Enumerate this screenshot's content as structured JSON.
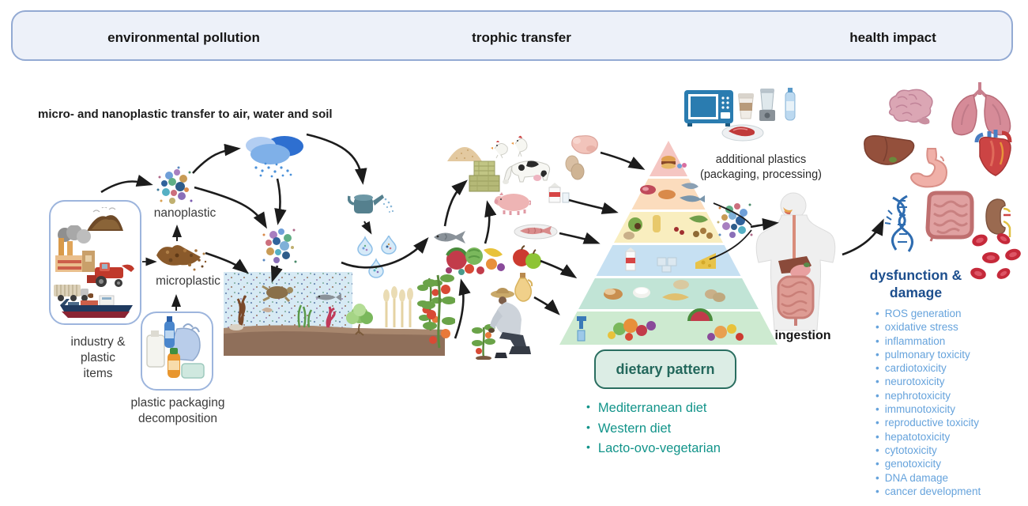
{
  "header": {
    "sections": [
      "environmental pollution",
      "trophic transfer",
      "health impact"
    ]
  },
  "pollution": {
    "caption": "micro- and nanoplastic transfer to air, water and soil",
    "nanoplastic_label": "nanoplastic",
    "microplastic_label": "microplastic",
    "industry_label": "industry & plastic items",
    "packaging_label": "plastic packaging decomposition"
  },
  "trophic": {
    "additional_plastics_label": "additional plastics (packaging, processing)",
    "ingestion_label": "ingestion",
    "dietary_pattern_title": "dietary pattern",
    "diets": [
      "Mediterranean diet",
      "Western diet",
      "Lacto-ovo-vegetarian"
    ]
  },
  "health": {
    "title": "dysfunction & damage",
    "effects": [
      "ROS generation",
      "oxidative stress",
      "inflammation",
      "pulmonary toxicity",
      "cardiotoxicity",
      "neurotoxicity",
      "nephrotoxicity",
      "immunotoxicity",
      "reproductive toxicity",
      "hepatotoxicity",
      "cytotoxicity",
      "genotoxicity",
      "DNA damage",
      "cancer development"
    ]
  },
  "icons": [
    "factory-icon",
    "compost-pile-icon",
    "harvester-icon",
    "truck-icon",
    "cargo-ship-icon",
    "water-bottle-icon",
    "plastic-jug-icon",
    "juice-bottle-icon",
    "plastic-bag-icon",
    "nanoplastic-particles-icon",
    "microplastic-particles-icon",
    "rain-cloud-icon",
    "aquatic-ecosystem-icon",
    "sea-turtle-icon",
    "watering-can-icon",
    "water-droplet-icon",
    "fish-icon",
    "grain-pile-icon",
    "chicken-icon",
    "hay-bale-icon",
    "cow-icon",
    "pig-icon",
    "milk-icon",
    "raw-chicken-icon",
    "eggs-icon",
    "fish-plate-icon",
    "vegetables-icon",
    "apples-icon",
    "olive-oil-icon",
    "tomato-plant-icon",
    "farmer-icon",
    "food-pyramid-icon",
    "microwave-icon",
    "coffee-cup-icon",
    "blender-icon",
    "bottled-water-icon",
    "packaged-meat-icon",
    "human-digestive-icon",
    "brain-icon",
    "lungs-icon",
    "liver-icon",
    "heart-icon",
    "stomach-icon",
    "dna-icon",
    "intestine-icon",
    "kidney-icon",
    "red-blood-cells-icon"
  ],
  "colors": {
    "header_fill": "#edf1f9",
    "header_border": "#93aad3",
    "heading_dark_blue": "#1c4e8d",
    "effects_blue": "#66a3dc",
    "diet_teal": "#12948a",
    "dietary_box_fill": "#dcede5",
    "dietary_box_border": "#2a6e60",
    "arrow": "#1c1c1c",
    "pyramid_tiers": [
      "#f5c6c2",
      "#fbdcbd",
      "#f9eebf",
      "#c6e0f2",
      "#c1e4d6",
      "#cdead0"
    ],
    "water": "#d7eaf4",
    "soil": "#8f6f5a"
  }
}
